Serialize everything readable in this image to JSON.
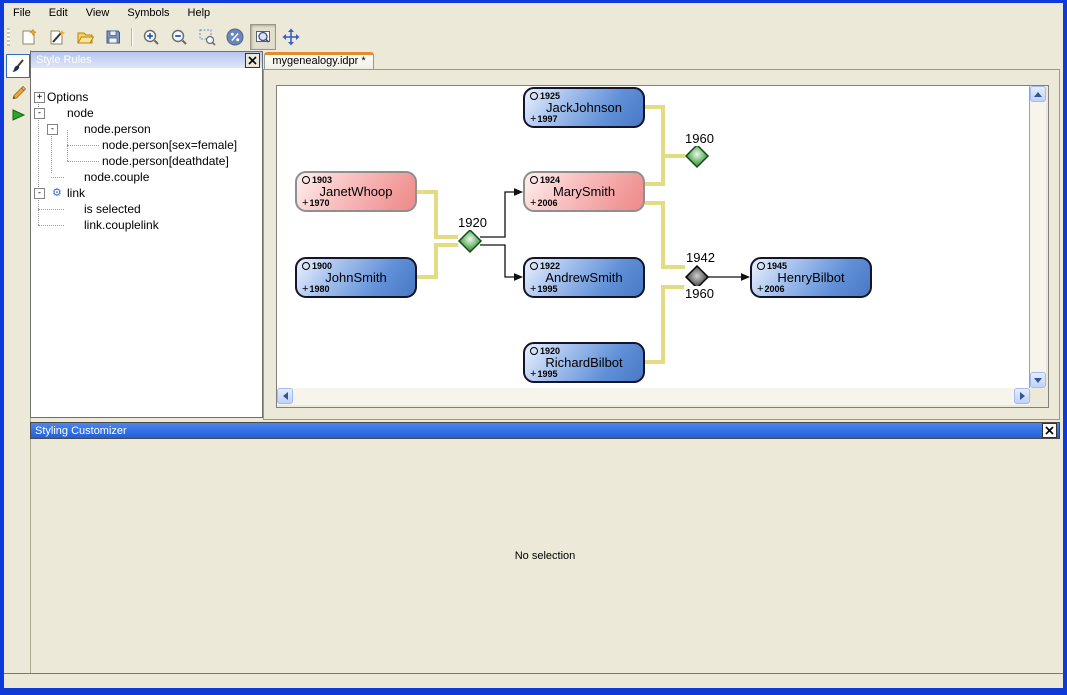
{
  "menu": {
    "items": [
      "File",
      "Edit",
      "View",
      "Symbols",
      "Help"
    ]
  },
  "toolbar": {
    "buttons": [
      {
        "name": "new-document"
      },
      {
        "name": "new-from-wizard"
      },
      {
        "name": "open"
      },
      {
        "name": "save"
      },
      {
        "name": "zoom-in"
      },
      {
        "name": "zoom-out"
      },
      {
        "name": "zoom-to-area"
      },
      {
        "name": "zoom-percentage"
      },
      {
        "name": "overview",
        "pressed": true
      },
      {
        "name": "pan"
      }
    ]
  },
  "left_toolbar": {
    "buttons": [
      {
        "name": "style-brush",
        "selected": true
      },
      {
        "name": "edit-pencil"
      },
      {
        "name": "run"
      }
    ]
  },
  "style_rules": {
    "title": "Style Rules",
    "items": [
      {
        "label": "Options",
        "toggle": "+"
      },
      {
        "label": "node",
        "toggle": "-"
      },
      {
        "label": "node.person",
        "toggle": "-"
      },
      {
        "label": "node.person[sex=female]"
      },
      {
        "label": "node.person[deathdate]"
      },
      {
        "label": "node.couple"
      },
      {
        "label": "link",
        "toggle": "-",
        "icon": "gear"
      },
      {
        "label": "is selected"
      },
      {
        "label": "link.couplelink"
      }
    ]
  },
  "editor": {
    "tab_label": "mygenealogy.idpr *"
  },
  "diagram": {
    "persons": [
      {
        "name": "JackJohnson",
        "birth": "1925",
        "death": "1997",
        "sex": "male"
      },
      {
        "name": "JanetWhoop",
        "birth": "1903",
        "death": "1970",
        "sex": "female"
      },
      {
        "name": "MarySmith",
        "birth": "1924",
        "death": "2006",
        "sex": "female"
      },
      {
        "name": "JohnSmith",
        "birth": "1900",
        "death": "1980",
        "sex": "male"
      },
      {
        "name": "AndrewSmith",
        "birth": "1922",
        "death": "1995",
        "sex": "male"
      },
      {
        "name": "RichardBilbot",
        "birth": "1920",
        "death": "1995",
        "sex": "male"
      },
      {
        "name": "HenryBilbot",
        "birth": "1945",
        "death": "2006",
        "sex": "male"
      }
    ],
    "marriages": [
      {
        "year": "1960"
      },
      {
        "year": "1920"
      },
      {
        "year": "1942"
      },
      {
        "year": "1960"
      }
    ]
  },
  "customizer": {
    "title": "Styling Customizer",
    "message": "No selection"
  },
  "colors": {
    "male_node": "#5b8ad0",
    "female_node": "#f4a0a0",
    "couple_link": "#e4dc82",
    "active_title": "#2a6ceb",
    "window_border": "#0d3ad8"
  }
}
